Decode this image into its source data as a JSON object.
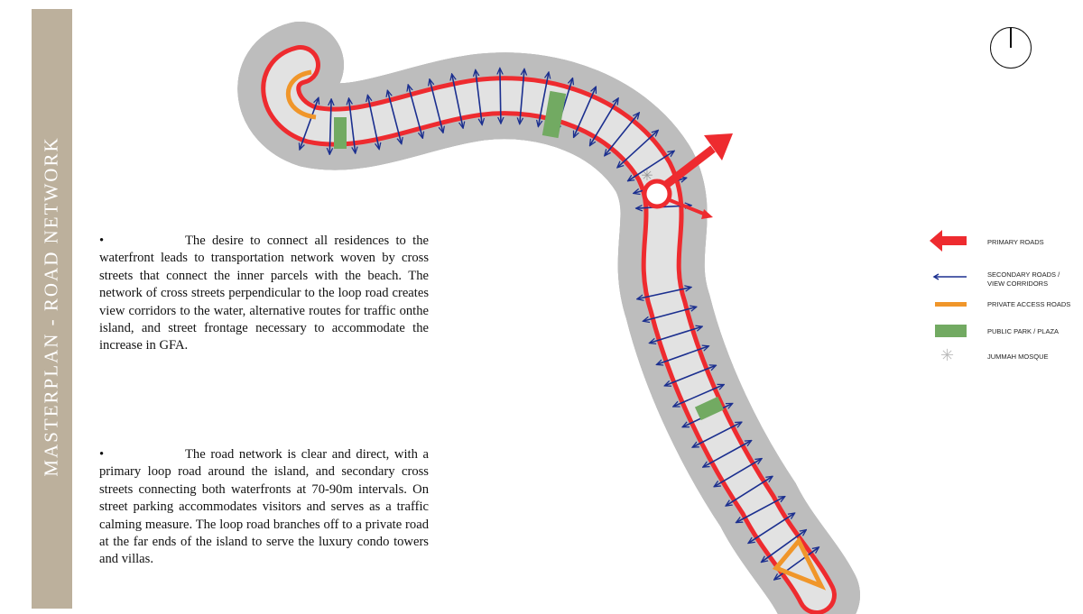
{
  "sidebar": {
    "title": "MASTERPLAN - ROAD NETWORK"
  },
  "paragraphs": [
    {
      "bullet": "•",
      "text": "The desire to connect all residences to the waterfront leads to transportation network woven by cross streets that connect the inner  parcels with  the beach.  The  network of cross streets  perpendicular to the loop road creates  view corridors to the water, alternative  routes for  traffic onthe island, and street frontage necessary  to accommodate the increase in GFA."
    },
    {
      "bullet": "•",
      "text": "The road network is clear and direct, with a primary loop road around the island, and secondary cross streets connecting both waterfronts at 70-90m intervals. On street parking  accommodates  visitors and  serves as a traffic calming measure. The  loop road  branches  off to a private  road at the far ends of the island to serve the luxury condo towers and villas."
    }
  ],
  "legend": [
    {
      "label": "PRIMARY ROADS",
      "icon": "red-arrow-icon",
      "color": "#ee2b2f"
    },
    {
      "label": "SECONDARY ROADS /",
      "label2": "VIEW CORRIDORS",
      "icon": "blue-arrow-icon",
      "color": "#1b2f8f"
    },
    {
      "label": "PRIVATE ACCESS ROADS",
      "icon": "orange-line-icon",
      "color": "#f0962a"
    },
    {
      "label": "PUBLIC PARK / PLAZA",
      "icon": "green-rect-icon",
      "color": "#72aa62"
    },
    {
      "label": "JUMMAH MOSQUE",
      "icon": "mosque-star-icon",
      "color": "#bbbbbb"
    }
  ],
  "colors": {
    "primary": "#ee2b2f",
    "secondary": "#1b2f8f",
    "private": "#f0962a",
    "park": "#72aa62",
    "sidebar": "#bcb09c"
  }
}
